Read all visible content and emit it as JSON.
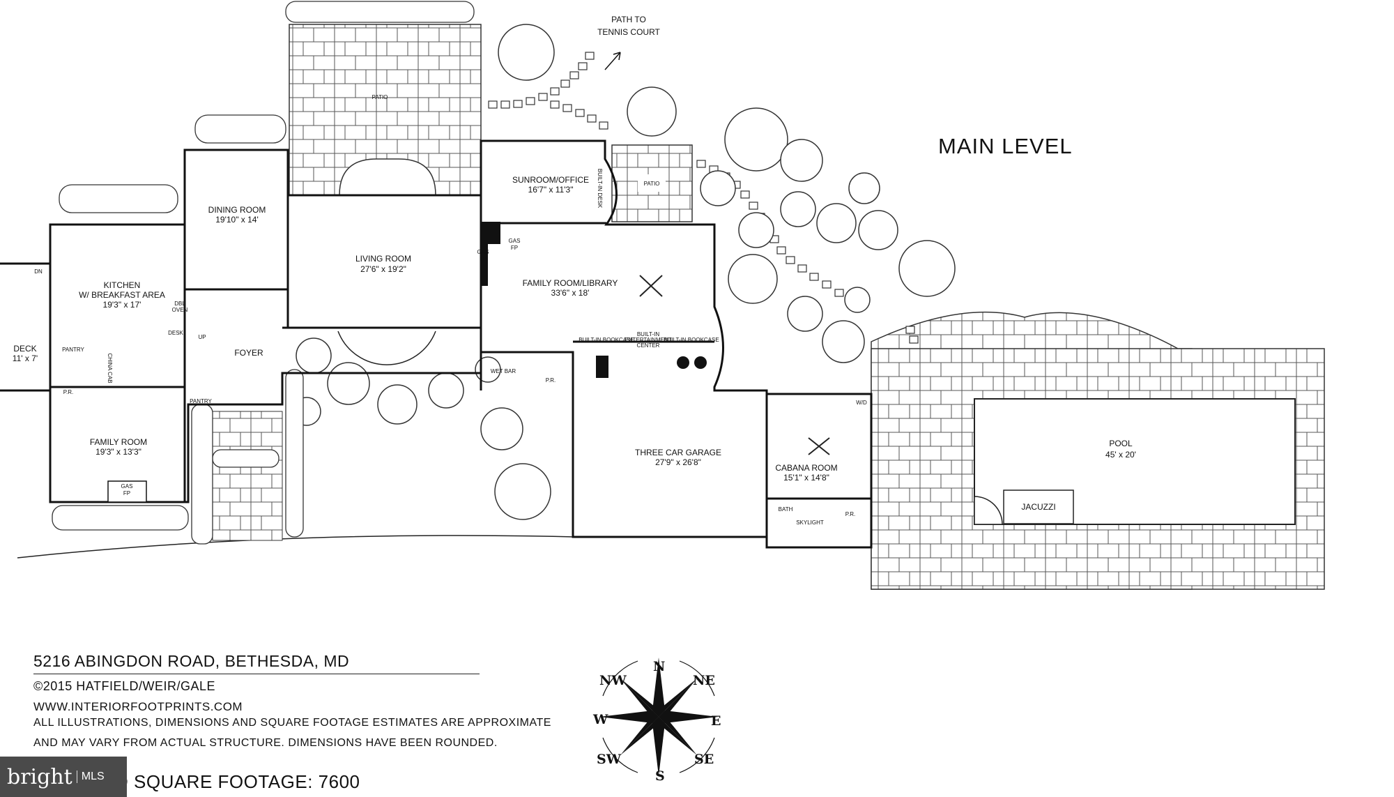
{
  "title": "MAIN LEVEL",
  "rooms": {
    "deck": {
      "name": "DECK",
      "dims": "11' x 7'"
    },
    "kitchen": {
      "name": "KITCHEN",
      "sub": "W/ BREAKFAST AREA",
      "dims": "19'3\" x 17'"
    },
    "dining": {
      "name": "DINING ROOM",
      "dims": "19'10\" x 14'"
    },
    "living": {
      "name": "LIVING ROOM",
      "dims": "27'6\" x 19'2\""
    },
    "sunroom": {
      "name": "SUNROOM/OFFICE",
      "dims": "16'7\" x 11'3\""
    },
    "familylib": {
      "name": "FAMILY ROOM/LIBRARY",
      "dims": "33'6\" x 18'"
    },
    "family": {
      "name": "FAMILY ROOM",
      "dims": "19'3\" x 13'3\""
    },
    "foyer": {
      "name": "FOYER"
    },
    "garage": {
      "name": "THREE CAR GARAGE",
      "dims": "27'9\" x 26'8\""
    },
    "cabana": {
      "name": "CABANA ROOM",
      "dims": "15'1\" x 14'8\""
    },
    "pool": {
      "name": "POOL",
      "dims": "45' x 20'"
    },
    "jacuzzi": {
      "name": "JACUZZI"
    }
  },
  "labels": {
    "patio": "PATIO",
    "patio2": "PATIO",
    "path1": "PATH TO",
    "path2": "TENNIS COURT",
    "pantry": "PANTRY",
    "pantry2": "PANTRY",
    "pr1": "P.R.",
    "pr2": "P.R.",
    "pr3": "P.R.",
    "gas1": "GAS",
    "fp1": "FP",
    "gas2": "GAS",
    "fp2": "FP",
    "gas3": "GAS",
    "fp3": "FP",
    "desk": "DESK",
    "dbl1": "DBL",
    "dbl2": "OVEN",
    "wetbar": "WET BAR",
    "bb1": "BUILT-IN BOOKCASE",
    "bb2": "BUILT-IN BOOKCASE",
    "ent1": "BUILT-IN",
    "ent2": "ENTERTAINMENT",
    "ent3": "CENTER",
    "builtindesk": "BUILT-IN DESK",
    "wd": "W/D",
    "bath": "BATH",
    "skylight": "SKYLIGHT",
    "up": "UP",
    "dn": "DN",
    "chinacab": "CHINA CAB"
  },
  "info": {
    "address": "5216 ABINGDON ROAD, BETHESDA, MD",
    "copyright": "©2015 HATFIELD/WEIR/GALE",
    "website": "WWW.INTERIORFOOTPRINTS.COM",
    "disclaimer1": "ALL ILLUSTRATIONS, DIMENSIONS AND SQUARE FOOTAGE ESTIMATES ARE APPROXIMATE",
    "disclaimer2": "AND MAY VARY FROM ACTUAL STRUCTURE. DIMENSIONS HAVE BEEN ROUNDED.",
    "sqft": "D SQUARE FOOTAGE: 7600"
  },
  "compass": {
    "n": "N",
    "s": "S",
    "e": "E",
    "w": "W",
    "ne": "NE",
    "nw": "NW",
    "se": "SE",
    "sw": "SW"
  },
  "badge": {
    "brand": "bright",
    "mls": "MLS"
  }
}
